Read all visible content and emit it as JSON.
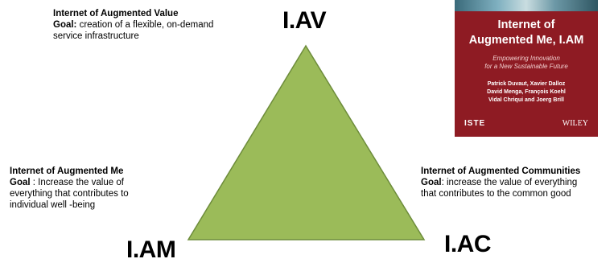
{
  "vertices": {
    "top": "I.AV",
    "left": "I.AM",
    "right": "I.AC"
  },
  "blocks": {
    "value": {
      "title": "Internet of Augmented Value",
      "goal_label": "Goal:",
      "line1": " creation of a flexible, on-demand",
      "line2": "service infrastructure"
    },
    "me": {
      "title": "Internet of Augmented Me",
      "goal_label": "Goal",
      "line1": " : Increase the value of",
      "line2": "everything that contributes to",
      "line3": "individual well -being"
    },
    "communities": {
      "title": "Internet of Augmented Communities",
      "goal_label": "Goal",
      "line1": ": increase the value of everything",
      "line2": "that contributes to the common good"
    }
  },
  "book": {
    "title_line1": "Internet of",
    "title_line2": "Augmented Me, I.AM",
    "subtitle_line1": "Empowering Innovation",
    "subtitle_line2": "for a New Sustainable Future",
    "authors_line1": "Patrick Duvaut, Xavier Dalloz",
    "authors_line2": "David Menga, François Koehl",
    "authors_line3": "Vidal Chriqui and Joerg Brill",
    "publisher_left": "ISTE",
    "publisher_right": "WILEY"
  },
  "colors": {
    "triangle_fill": "#9bbb59",
    "triangle_stroke": "#6d8c3b",
    "book_bg": "#8e1b23"
  }
}
